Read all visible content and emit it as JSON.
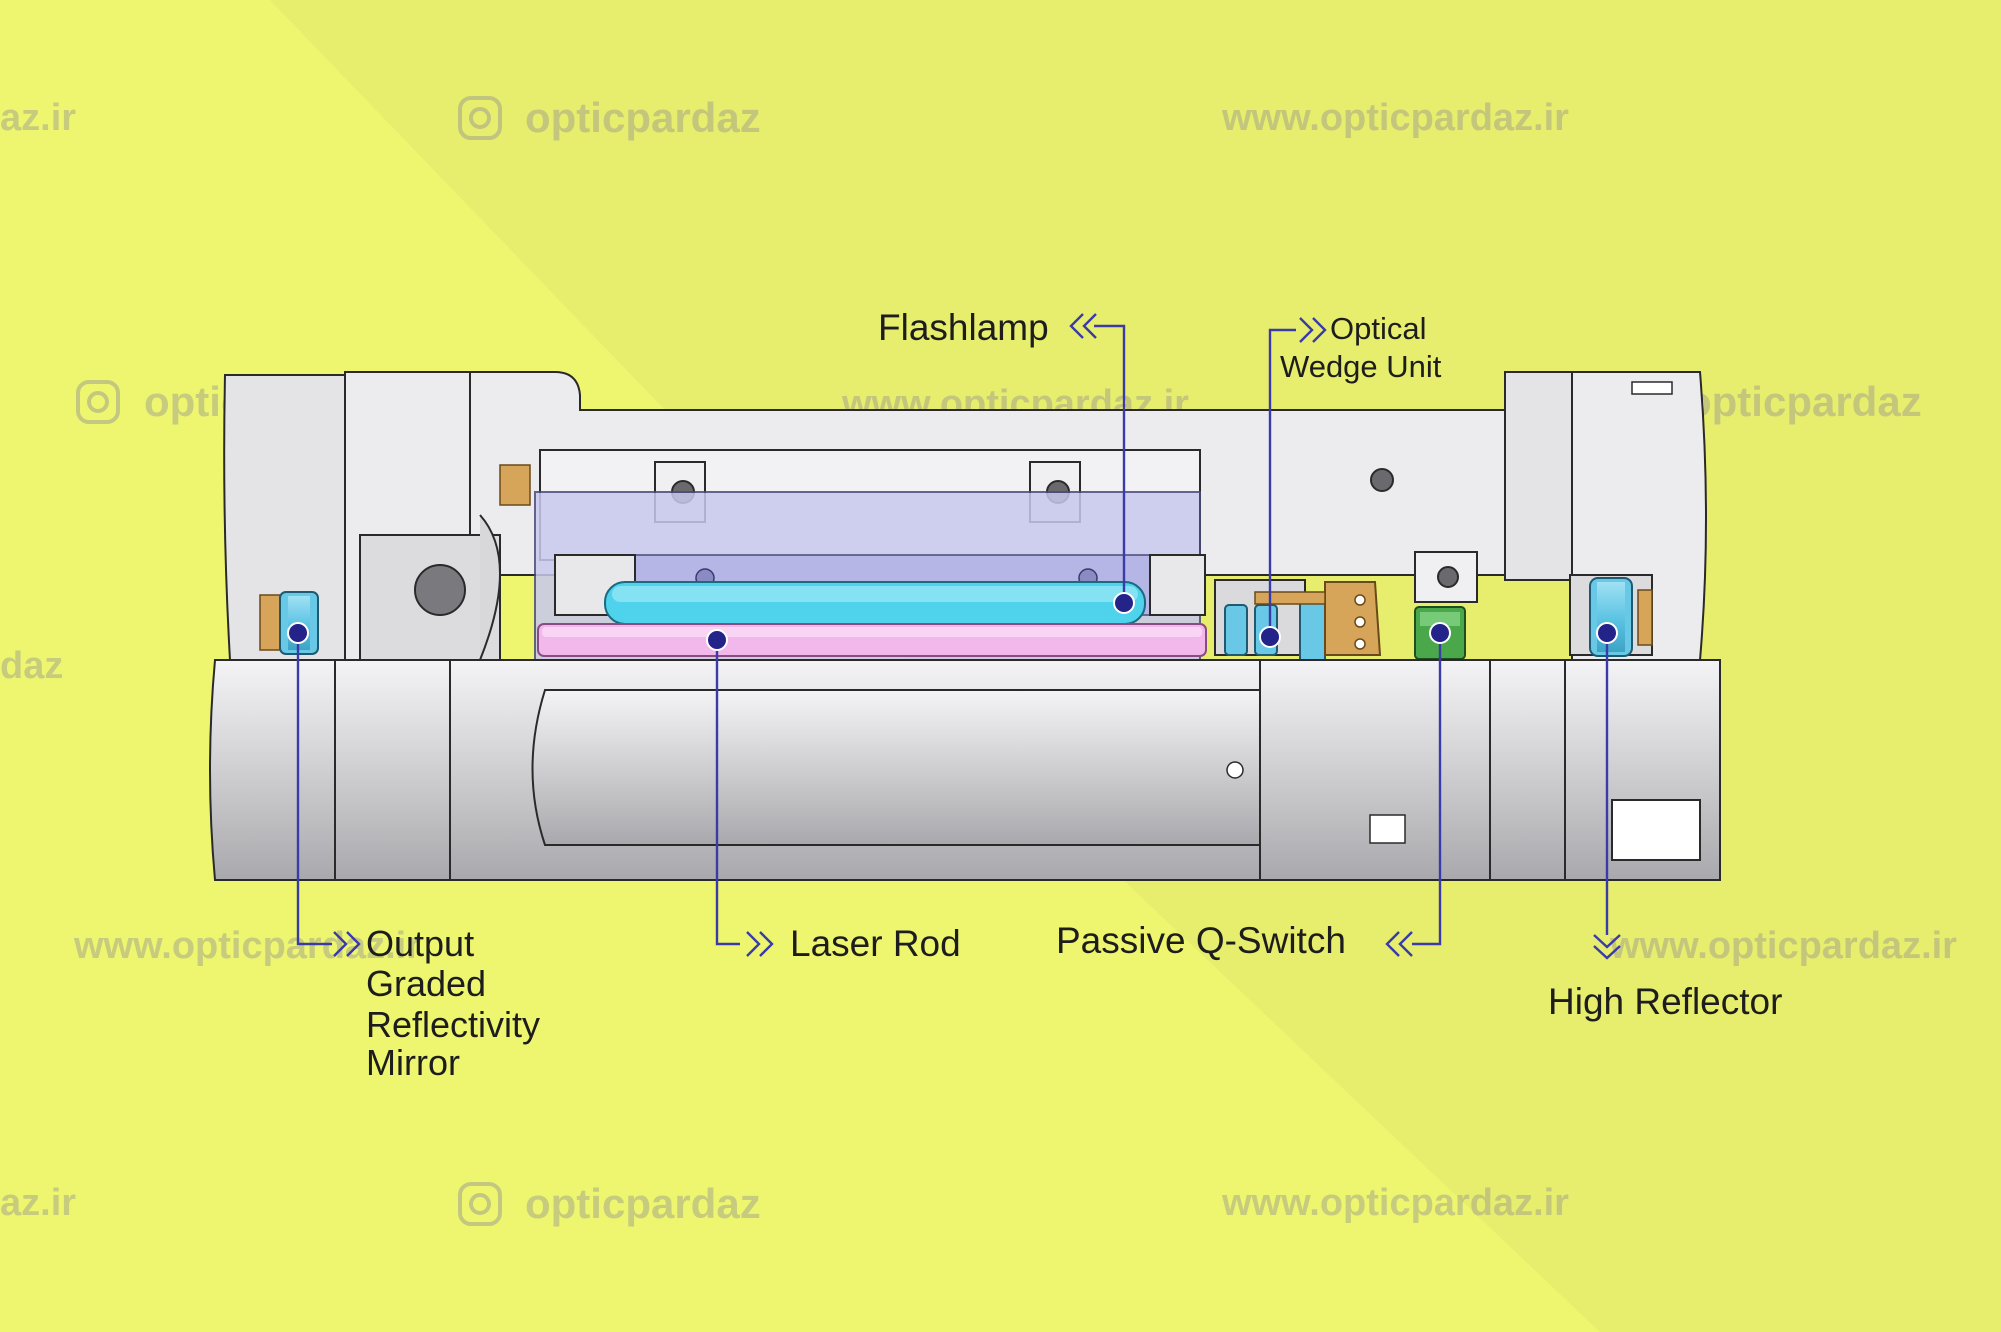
{
  "diagram": {
    "labels": {
      "flashlamp": "Flashlamp",
      "optical_wedge_line1": "Optical",
      "optical_wedge_line2": "Wedge Unit",
      "output_mirror_line1": "Output",
      "output_mirror_line2": "Graded",
      "output_mirror_line3": "Reflectivity",
      "output_mirror_line4": "Mirror",
      "laser_rod": "Laser Rod",
      "passive_q_switch": "Passive Q-Switch",
      "high_reflector": "High Reflector"
    },
    "watermarks": {
      "handle": "opticpardaz",
      "url": "www.opticpardaz.ir",
      "cut_right": "az.ir",
      "cut_left": "daz"
    },
    "colors": {
      "background": "#eef66f",
      "background_band": "#e2e86a",
      "metal_light": "#e6e6e8",
      "metal_mid": "#c9c9cc",
      "metal_dark": "#9a9a9e",
      "flashlamp_tube": "#4fd2ec",
      "laser_rod": "#f2b8ec",
      "lens_blue": "#69c8e6",
      "brass": "#d7a55a",
      "q_switch_green": "#4aa84a",
      "leader_line": "#3a3aa8"
    }
  }
}
